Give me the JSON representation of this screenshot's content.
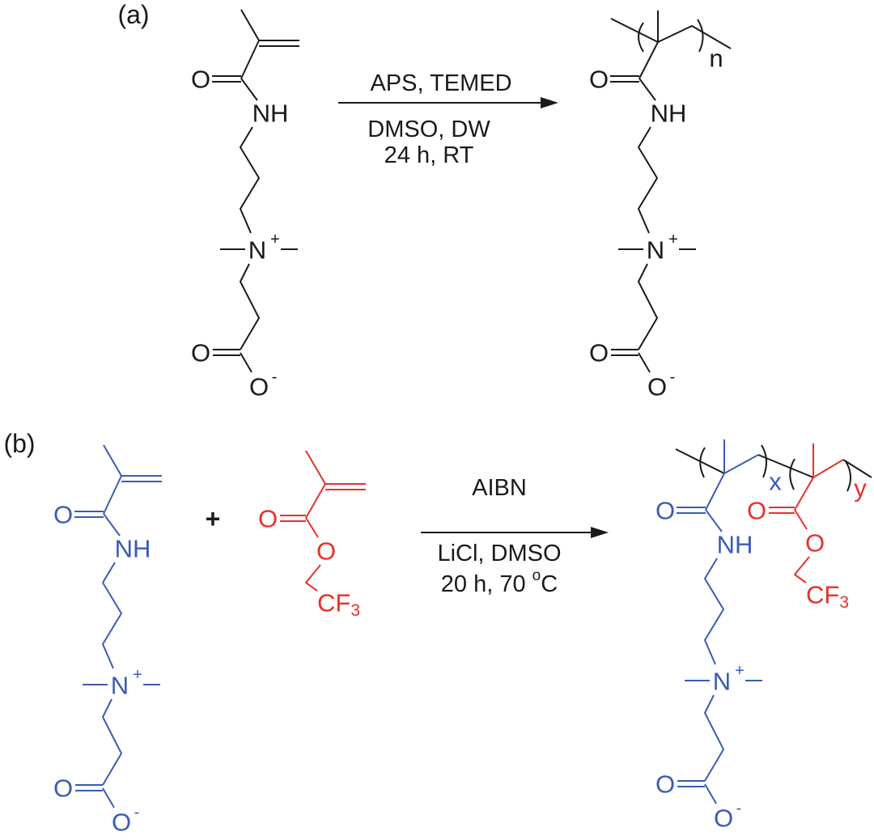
{
  "panels": {
    "a": "(a)",
    "b": "(b)"
  },
  "reaction_a": {
    "above": "APS, TEMED",
    "below_1": "DMSO, DW",
    "below_2": "24 h, RT"
  },
  "reaction_b": {
    "above": "AIBN",
    "below_1": "LiCl, DMSO",
    "below_2_prefix": "20 h, 70 ",
    "below_2_sup": "o",
    "below_2_suffix": "C"
  },
  "plus": "+",
  "atoms": {
    "O": "O",
    "NH": "NH",
    "N": "N",
    "pos": "+",
    "neg": "-",
    "CF": "CF",
    "sub3": "3"
  },
  "repeat_units": {
    "n": "n",
    "x": "x",
    "y": "y"
  },
  "colors": {
    "black": "#1a1a1a",
    "blue": "#3b5bb4",
    "red": "#e8302a"
  }
}
